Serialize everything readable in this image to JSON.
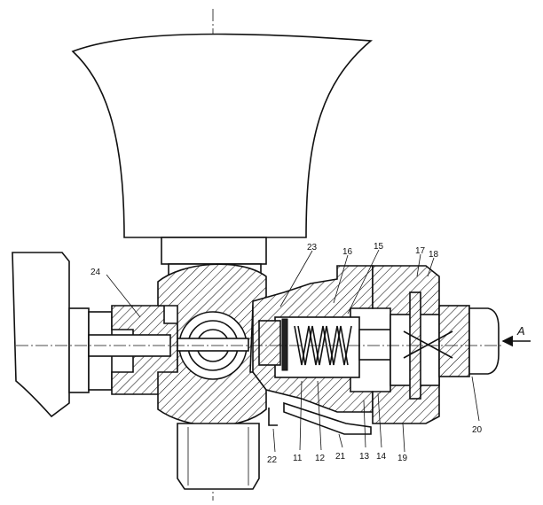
{
  "callouts": [
    "24",
    "23",
    "16",
    "15",
    "17",
    "18",
    "A",
    "20",
    "22",
    "11",
    "12",
    "21",
    "13",
    "14",
    "19"
  ]
}
